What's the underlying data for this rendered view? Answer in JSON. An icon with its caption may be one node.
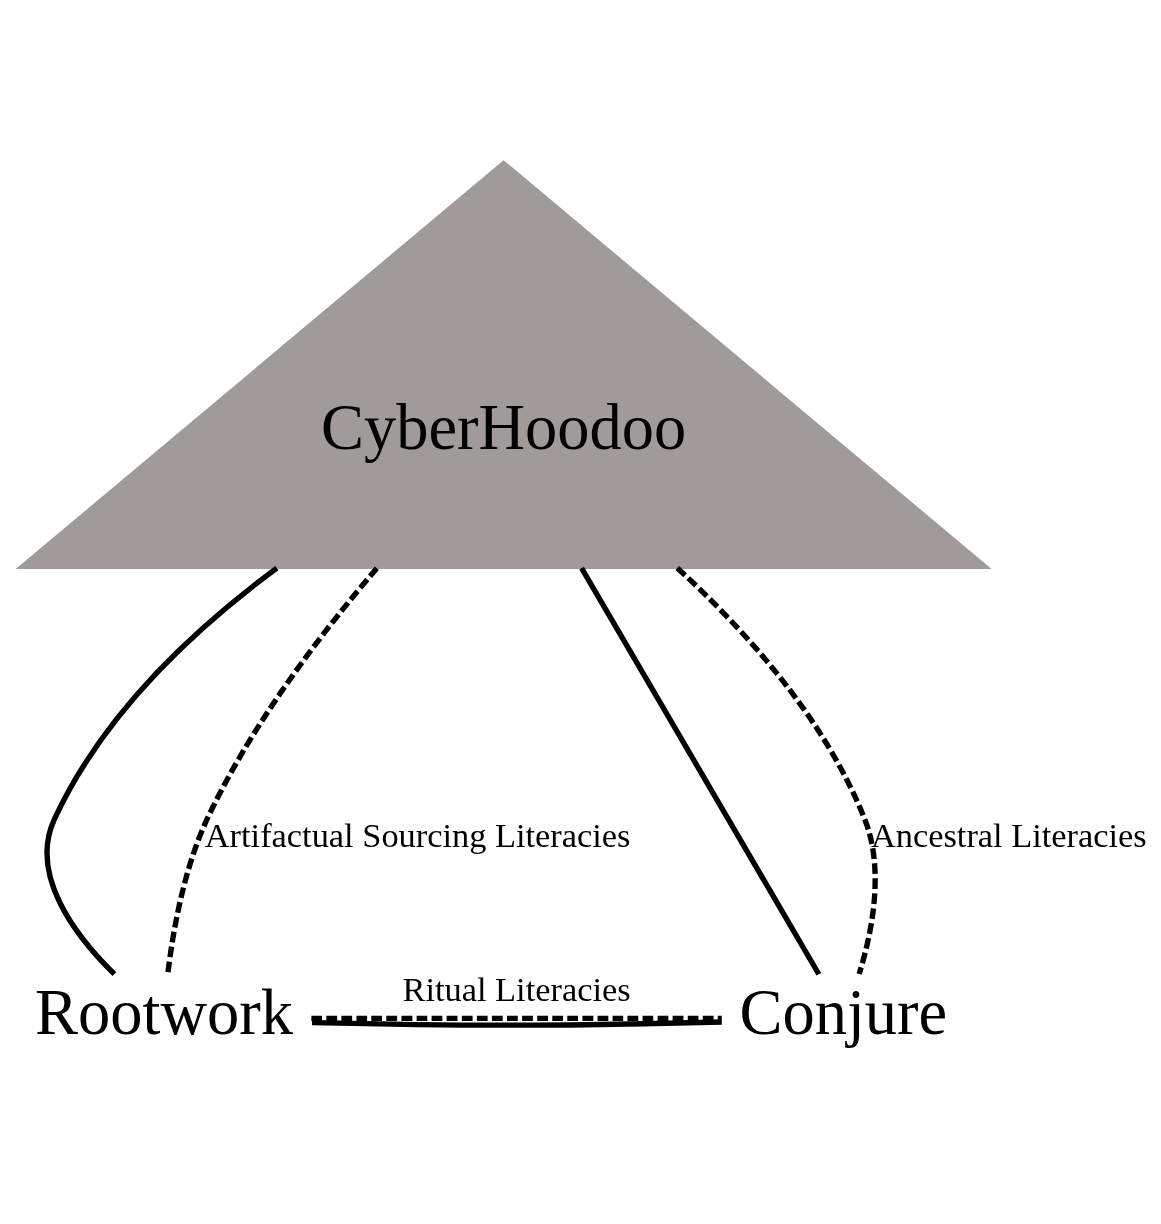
{
  "diagram": {
    "nodes": [
      {
        "text": [
          "CyberHoodoo"
        ]
      },
      {
        "text": [
          "Rootwork"
        ]
      },
      {
        "text": [
          "Conjure"
        ]
      }
    ],
    "edges": [
      {
        "from": 0,
        "to": 1,
        "arrow": "none"
      },
      {
        "from": 0,
        "to": 1,
        "arrow": "none",
        "style": "dashed",
        "label": "Artifactual Sourcing Literacies"
      },
      {
        "from": 0,
        "to": 2,
        "arrow": "none"
      },
      {
        "from": 0,
        "to": 2,
        "arrow": "none",
        "style": "dashed",
        "label": "Ancestral Literacies"
      },
      {
        "from": 1,
        "to": 2,
        "arrow": "none"
      },
      {
        "from": 1,
        "to": 2,
        "arrow": "none",
        "style": "dashed",
        "label": "Ritual Literacies"
      }
    ]
  }
}
